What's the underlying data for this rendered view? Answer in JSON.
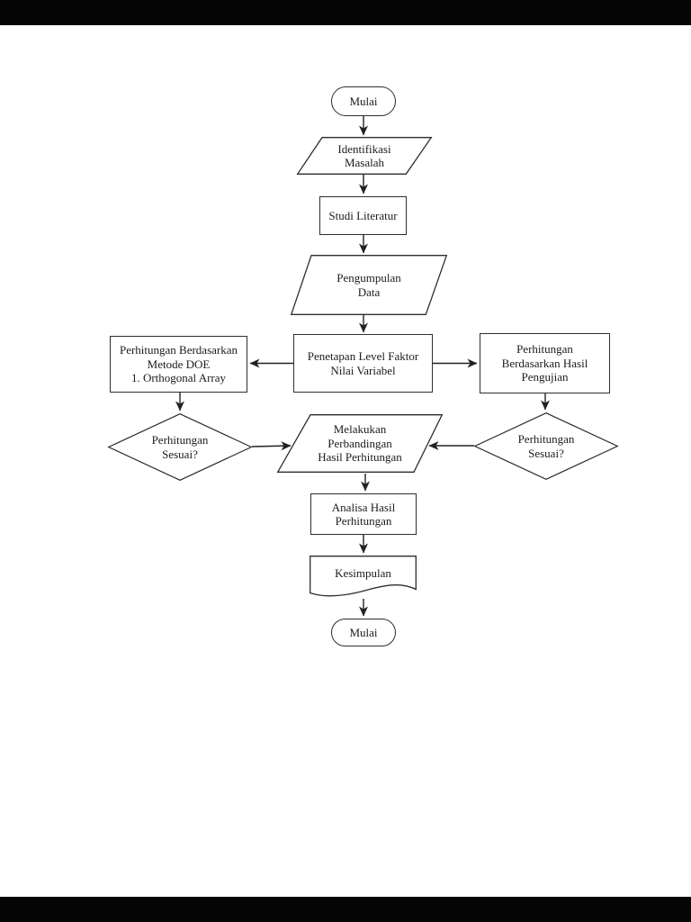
{
  "viewer": {
    "letterbox_color": "#050505",
    "paper_color": "#ffffff"
  },
  "flowchart": {
    "colors": {
      "shape_stroke": "#2e2e2e",
      "arrow": "#222222",
      "text": "#1b1b1b"
    },
    "nodes": {
      "start": {
        "type": "terminator",
        "label": "Mulai"
      },
      "identifikasi_masalah": {
        "type": "parallelogram",
        "label": "Identifikasi\nMasalah"
      },
      "studi_literatur": {
        "type": "process",
        "label": "Studi Literatur"
      },
      "pengumpulan_data": {
        "type": "parallelogram",
        "label": "Pengumpulan\nData"
      },
      "perhitungan_doe": {
        "type": "process",
        "label": "Perhitungan Berdasarkan\nMetode DOE\n1. Orthogonal Array"
      },
      "penetapan_level": {
        "type": "process",
        "label": "Penetapan Level Faktor\nNilai Variabel"
      },
      "perhitungan_pengujian": {
        "type": "process",
        "label": "Perhitungan\nBerdasarkan Hasil\nPengujian"
      },
      "decision_left": {
        "type": "decision",
        "label": "Perhitungan\nSesuai?"
      },
      "decision_right": {
        "type": "decision",
        "label": "Perhitungan\nSesuai?"
      },
      "perbandingan": {
        "type": "parallelogram",
        "label": "Melakukan\nPerbandingan\nHasil Perhitungan"
      },
      "analisa": {
        "type": "process",
        "label": "Analisa Hasil\nPerhitungan"
      },
      "kesimpulan": {
        "type": "document",
        "label": "Kesimpulan"
      },
      "end": {
        "type": "terminator",
        "label": "Mulai"
      }
    },
    "edges": [
      {
        "from": "start",
        "to": "identifikasi_masalah"
      },
      {
        "from": "identifikasi_masalah",
        "to": "studi_literatur"
      },
      {
        "from": "studi_literatur",
        "to": "pengumpulan_data"
      },
      {
        "from": "pengumpulan_data",
        "to": "penetapan_level"
      },
      {
        "from": "penetapan_level",
        "to": "perhitungan_doe"
      },
      {
        "from": "penetapan_level",
        "to": "perhitungan_pengujian"
      },
      {
        "from": "perhitungan_doe",
        "to": "decision_left"
      },
      {
        "from": "perhitungan_pengujian",
        "to": "decision_right"
      },
      {
        "from": "decision_left",
        "to": "perbandingan"
      },
      {
        "from": "decision_right",
        "to": "perbandingan"
      },
      {
        "from": "perbandingan",
        "to": "analisa"
      },
      {
        "from": "analisa",
        "to": "kesimpulan"
      },
      {
        "from": "kesimpulan",
        "to": "end"
      }
    ]
  }
}
